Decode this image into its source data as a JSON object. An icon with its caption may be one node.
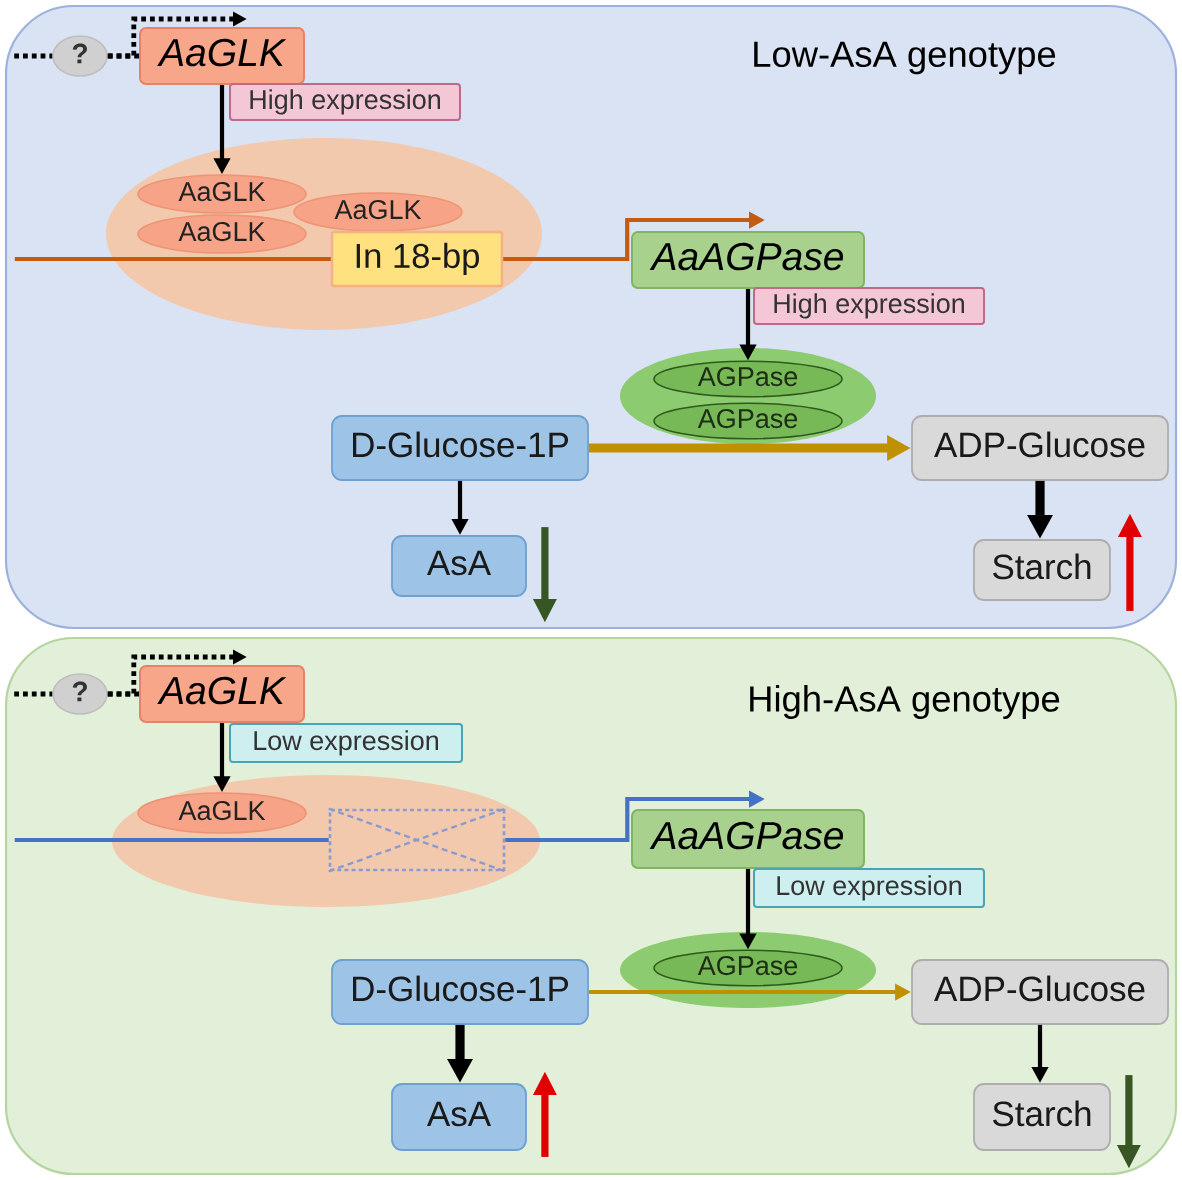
{
  "diagram": {
    "nodes": [
      {
        "text": [
          "Low-AsA genotype"
        ]
      },
      {
        "text": [
          "?"
        ],
        "in": 0
      },
      {
        "text": [
          "AaGLK"
        ],
        "in": 0
      },
      {
        "text": [
          "High expression"
        ],
        "in": 0
      },
      {
        "text": [],
        "shape": "ellipse",
        "in": 0
      },
      {
        "text": [
          "AaGLK"
        ],
        "in": 4
      },
      {
        "text": [
          "AaGLK"
        ],
        "in": 4
      },
      {
        "text": [
          "AaGLK"
        ],
        "in": 4
      },
      {
        "text": [
          "In 18-bp"
        ],
        "in": 4
      },
      {
        "text": [
          "AaAGPase"
        ],
        "in": 0
      },
      {
        "text": [
          "High expression"
        ],
        "in": 0
      },
      {
        "text": [],
        "shape": "ellipse",
        "in": 0
      },
      {
        "text": [
          "AGPase"
        ],
        "in": 11
      },
      {
        "text": [
          "AGPase"
        ],
        "in": 11
      },
      {
        "text": [
          "D-Glucose-1P"
        ],
        "in": 0
      },
      {
        "text": [
          "ADP-Glucose"
        ],
        "in": 0
      },
      {
        "text": [
          "AsA"
        ],
        "in": 0
      },
      {
        "text": [
          "Starch"
        ],
        "in": 0
      },
      {
        "text": [
          "High-AsA genotype"
        ]
      },
      {
        "text": [
          "?"
        ],
        "in": 18
      },
      {
        "text": [
          "AaGLK"
        ],
        "in": 18
      },
      {
        "text": [
          "Low expression"
        ],
        "in": 18
      },
      {
        "text": [],
        "shape": "ellipse",
        "in": 18
      },
      {
        "text": [
          "AaGLK"
        ],
        "in": 22
      },
      {
        "text": [],
        "shape": "box",
        "in": 22
      },
      {
        "text": [
          "AaAGPase"
        ],
        "in": 18
      },
      {
        "text": [
          "Low expression"
        ],
        "in": 18
      },
      {
        "text": [],
        "shape": "ellipse",
        "in": 18
      },
      {
        "text": [
          "AGPase"
        ],
        "in": 27
      },
      {
        "text": [
          "D-Glucose-1P"
        ],
        "in": 18
      },
      {
        "text": [
          "ADP-Glucose"
        ],
        "in": 18
      },
      {
        "text": [
          "AsA"
        ],
        "in": 18
      },
      {
        "text": [
          "Starch"
        ],
        "in": 18
      }
    ],
    "edges": [
      {
        "from": null,
        "to": 1,
        "arrow": "none",
        "style": "dashed"
      },
      {
        "from": 1,
        "to": 2,
        "arrow": "none",
        "style": "dashed"
      },
      {
        "from": 1,
        "to": 2,
        "arrow": "to",
        "style": "dashed"
      },
      {
        "from": 2,
        "to": 5,
        "arrow": "to"
      },
      {
        "from": null,
        "to": 8,
        "arrow": "none",
        "color": "#c55a11"
      },
      {
        "from": 8,
        "to": 9,
        "arrow": "to",
        "color": "#c55a11"
      },
      {
        "from": 9,
        "to": 12,
        "arrow": "to"
      },
      {
        "from": 14,
        "to": 15,
        "arrow": "to",
        "style": "thick",
        "color": "#bf9000"
      },
      {
        "from": 15,
        "to": 17,
        "arrow": "to",
        "style": "thick"
      },
      {
        "from": 14,
        "to": 16,
        "arrow": "to"
      },
      {
        "from": null,
        "to": 19,
        "arrow": "none",
        "style": "dashed"
      },
      {
        "from": 19,
        "to": 20,
        "arrow": "none",
        "style": "dashed"
      },
      {
        "from": 19,
        "to": 20,
        "arrow": "to",
        "style": "dashed"
      },
      {
        "from": 20,
        "to": 23,
        "arrow": "to"
      },
      {
        "from": null,
        "to": 24,
        "arrow": "none",
        "color": "#4472c4"
      },
      {
        "from": 24,
        "to": 25,
        "arrow": "to",
        "color": "#4472c4"
      },
      {
        "from": 25,
        "to": 28,
        "arrow": "to"
      },
      {
        "from": 29,
        "to": 30,
        "arrow": "to",
        "color": "#bf9000"
      },
      {
        "from": 30,
        "to": 32,
        "arrow": "to"
      },
      {
        "from": 29,
        "to": 31,
        "arrow": "to",
        "style": "thick"
      }
    ]
  }
}
